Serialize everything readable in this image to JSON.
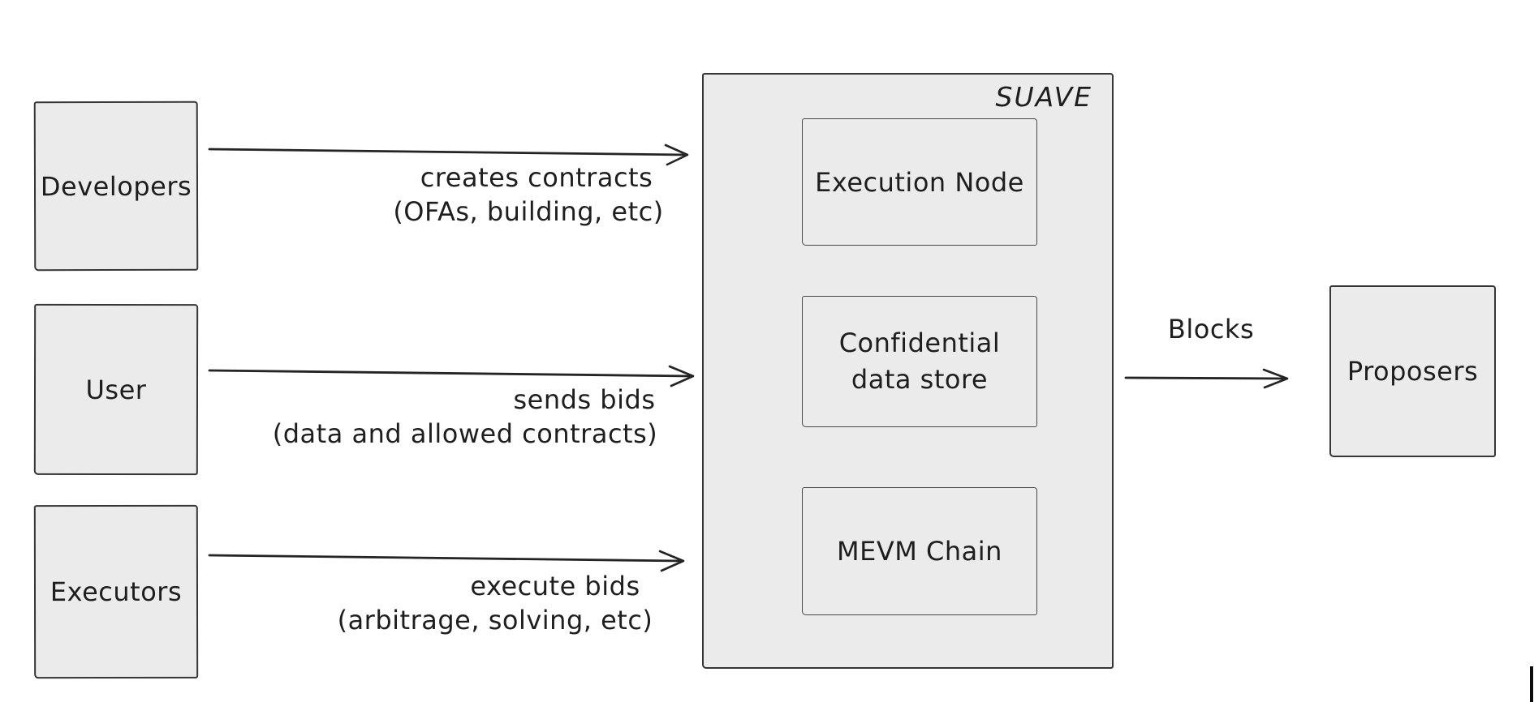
{
  "diagram": {
    "background": "#ffffff",
    "box_fill": "#ebebeb",
    "stroke_color": "#363636",
    "text_color": "#1e1e1e"
  },
  "actors": [
    {
      "label": "Developers"
    },
    {
      "label": "User"
    },
    {
      "label": "Executors"
    }
  ],
  "flows": [
    {
      "line1": "creates contracts",
      "line2": "(OFAs, building, etc)"
    },
    {
      "line1": "sends bids",
      "line2": "(data and allowed contracts)"
    },
    {
      "line1": "execute bids",
      "line2": "(arbitrage, solving, etc)"
    }
  ],
  "suave": {
    "title": "SUAVE",
    "components": [
      {
        "label": "Execution Node"
      },
      {
        "label": "Confidential data store"
      },
      {
        "label": "MEVM Chain"
      }
    ]
  },
  "output_flow": {
    "label": "Blocks"
  },
  "proposers": {
    "label": "Proposers"
  }
}
